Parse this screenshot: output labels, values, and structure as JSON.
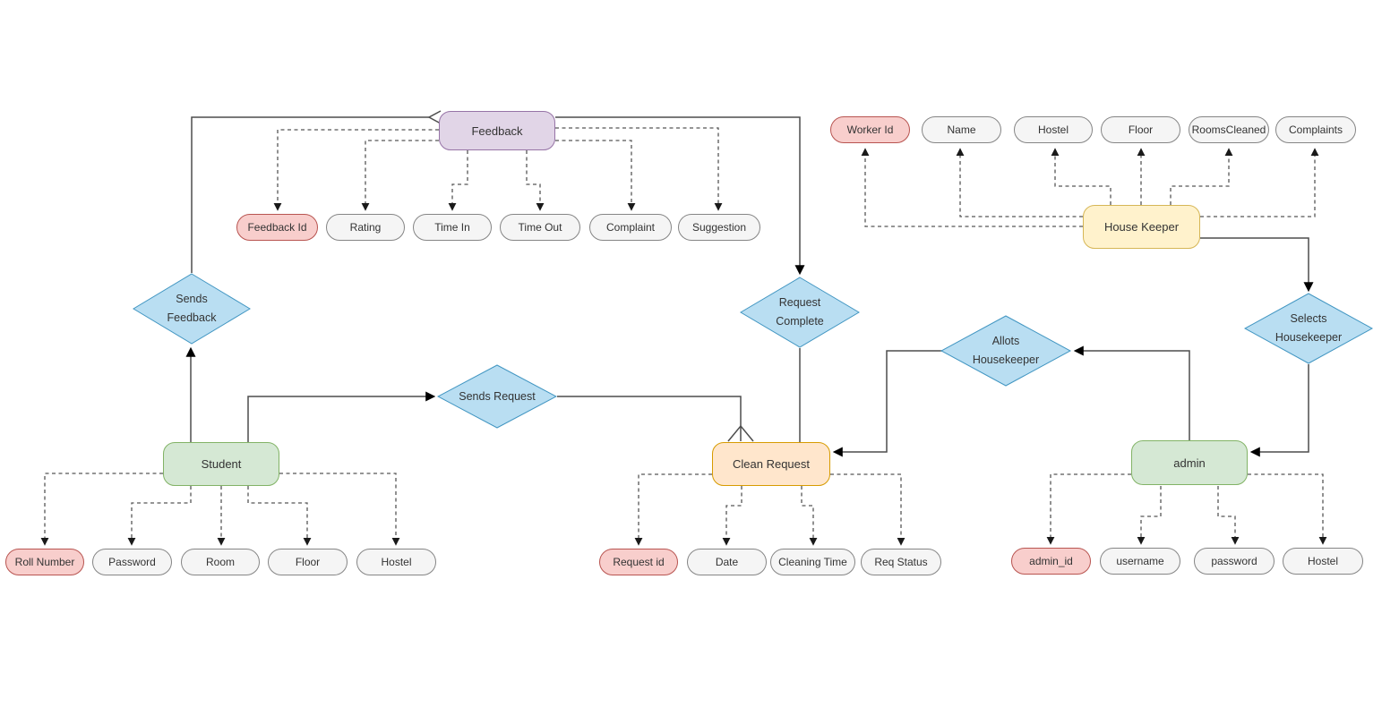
{
  "diagram": {
    "type": "entity-relationship",
    "subject": "Hostel cleaning / housekeeping management ER diagram"
  },
  "entities": {
    "feedback": {
      "label": "Feedback"
    },
    "house_keeper": {
      "label": "House Keeper"
    },
    "student": {
      "label": "Student"
    },
    "clean_request": {
      "label": "Clean Request"
    },
    "admin": {
      "label": "admin"
    }
  },
  "relationships": {
    "sends_feedback": {
      "label": "Sends Feedback"
    },
    "sends_request": {
      "label": "Sends Request"
    },
    "request_complete": {
      "label": "Request Complete"
    },
    "allots_housekeeper": {
      "label": "Allots Housekeeper"
    },
    "selects_housekeeper": {
      "label": "Selects Housekeeper"
    }
  },
  "attributes": {
    "feedback": [
      {
        "label": "Feedback Id",
        "key": true
      },
      {
        "label": "Rating"
      },
      {
        "label": "Time In"
      },
      {
        "label": "Time Out"
      },
      {
        "label": "Complaint"
      },
      {
        "label": "Suggestion"
      }
    ],
    "house_keeper": [
      {
        "label": "Worker Id",
        "key": true
      },
      {
        "label": "Name"
      },
      {
        "label": "Hostel"
      },
      {
        "label": "Floor"
      },
      {
        "label": "RoomsCleaned"
      },
      {
        "label": "Complaints"
      }
    ],
    "student": [
      {
        "label": "Roll Number",
        "key": true
      },
      {
        "label": "Password"
      },
      {
        "label": "Room"
      },
      {
        "label": "Floor"
      },
      {
        "label": "Hostel"
      }
    ],
    "clean_request": [
      {
        "label": "Request id",
        "key": true
      },
      {
        "label": "Date"
      },
      {
        "label": "Cleaning Time"
      },
      {
        "label": "Req Status"
      }
    ],
    "admin": [
      {
        "label": "admin_id",
        "key": true
      },
      {
        "label": "username"
      },
      {
        "label": "password"
      },
      {
        "label": "Hostel"
      }
    ]
  },
  "colors": {
    "entity_green": "#d5e8d4",
    "entity_green_border": "#82b366",
    "entity_purple": "#e1d5e7",
    "entity_purple_border": "#9673a6",
    "entity_yellow": "#fff2cc",
    "entity_yellow_border": "#d6b656",
    "entity_orange": "#ffe6cc",
    "entity_orange_border": "#d79b00",
    "relationship_blue": "#b9def2",
    "relationship_blue_border": "#4296c2",
    "key_attribute_pink": "#f8cecc",
    "key_attribute_pink_border": "#b85450",
    "attribute_gray": "#f5f5f5",
    "attribute_gray_border": "#858585"
  }
}
